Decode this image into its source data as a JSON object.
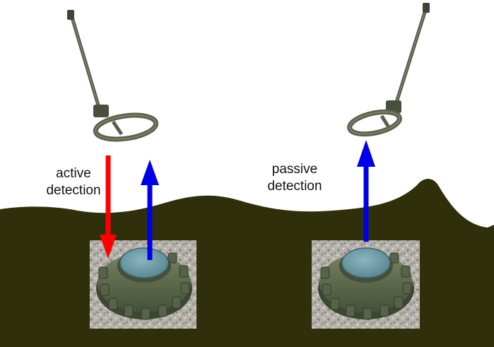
{
  "labels": {
    "active_line1": "active",
    "active_line2": "detection",
    "passive_line1": "passive",
    "passive_line2": "detection"
  },
  "scenes": [
    {
      "id": "active",
      "emitted_signal": true,
      "returned_signal": true
    },
    {
      "id": "passive",
      "emitted_signal": false,
      "returned_signal": true
    }
  ],
  "colors": {
    "ground": "#2f2f0c",
    "emitted_arrow": "#ff0000",
    "returned_arrow": "#0000e6",
    "mine_body": "#5e6a4a",
    "mine_plate": "#6f9aa6",
    "gravel": "#b8b4ae",
    "detector": "#5b5f4c"
  },
  "icons": [
    "metal-detector-icon",
    "landmine-icon"
  ]
}
